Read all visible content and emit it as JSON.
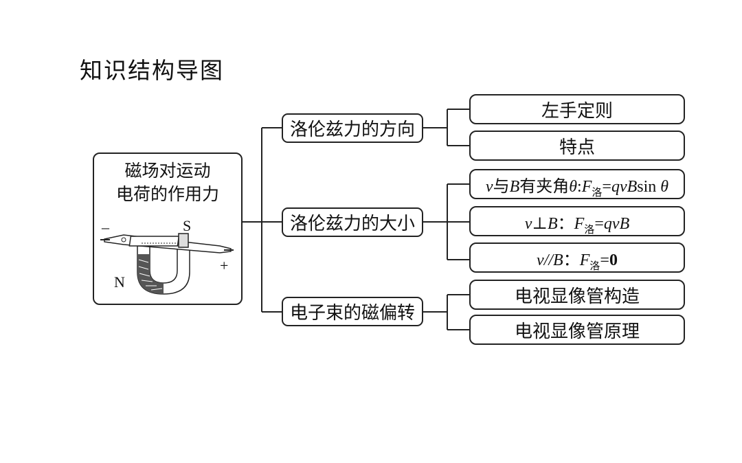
{
  "heading": "知识结构导图",
  "root": {
    "line1": "磁场对运动",
    "line2": "电荷的作用力",
    "labels": {
      "minus": "–",
      "s": "S",
      "plus": "+",
      "n": "N"
    }
  },
  "branches": [
    {
      "label": "洛伦兹力的方向",
      "children": [
        "左手定则",
        "特点"
      ]
    },
    {
      "label": "洛伦兹力的大小"
    },
    {
      "label": "电子束的磁偏转",
      "children": [
        "电视显像管构造",
        "电视显像管原理"
      ]
    }
  ],
  "formulas": {
    "f1": {
      "v": "v",
      "a": "与",
      "b": "B",
      "c": "有夹角",
      "theta": "θ",
      "colon": ":",
      "F": "F",
      "sub": "洛",
      "eq": "=",
      "q": "q",
      "v2": "v",
      "B2": "B",
      "sin": "sin ",
      "theta2": "θ"
    },
    "f2": {
      "v": "v",
      "perp": "⊥",
      "B": "B",
      "colon": "：",
      "F": "F",
      "sub": "洛",
      "eq": "=",
      "q": "q",
      "v2": "v",
      "B2": "B"
    },
    "f3": {
      "v": "v",
      "par": "//",
      "B": "B",
      "colon": "：",
      "F": "F",
      "sub": "洛",
      "eq": "=",
      "zero": "0"
    }
  }
}
